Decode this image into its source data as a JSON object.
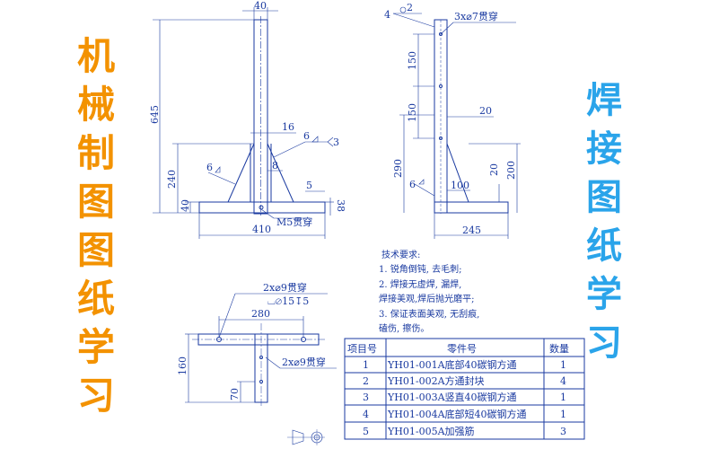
{
  "left_title": [
    "机",
    "械",
    "制",
    "图",
    "图",
    "纸",
    "学",
    "习"
  ],
  "right_title": [
    "焊",
    "接",
    "图",
    "纸",
    "学",
    "习"
  ],
  "front_view": {
    "width_top": "40",
    "height": "645",
    "gusset_width": "16",
    "gusset_gap": "8",
    "height_240": "240",
    "base_40": "40",
    "dim_5": "5",
    "dim_38": "38",
    "base_length": "410",
    "tap_label": "M5贯穿",
    "weld_6": "6",
    "weld_3": "3"
  },
  "side_view": {
    "weld_4": "4",
    "weld_2": "2",
    "holes_label": "3x⌀7贯穿",
    "pitch_150a": "150",
    "pitch_150b": "150",
    "dim_20a": "20",
    "dim_290": "290",
    "dim_20b": "20",
    "dim_200": "200",
    "dim_100": "100",
    "dim_245": "245",
    "weld_6": "6"
  },
  "plan_view": {
    "hole_label_top": "2x⌀9贯穿",
    "counterbore": "⌴⌀15↧5",
    "dim_280": "280",
    "hole_label_right": "2x⌀9贯穿",
    "dim_160": "160",
    "dim_70": "70"
  },
  "notes": {
    "heading": "技术要求:",
    "lines": [
      "1. 锐角倒钝, 去毛刺;",
      "2. 焊接无虚焊, 漏焊,",
      "焊接美观,焊后抛光磨平;",
      "3. 保证表面美观, 无刮痕,",
      "磕伤, 擦伤。"
    ]
  },
  "parts_table": {
    "headers": [
      "项目号",
      "零件号",
      "数量"
    ],
    "rows": [
      [
        "1",
        "YH01-001A底部40碳钢方通",
        "1"
      ],
      [
        "2",
        "YH01-002A方通封块",
        "4"
      ],
      [
        "3",
        "YH01-003A竖直40碳钢方通",
        "1"
      ],
      [
        "4",
        "YH01-004A底部短40碳钢方通",
        "1"
      ],
      [
        "5",
        "YH01-005A加强筋",
        "3"
      ]
    ]
  }
}
